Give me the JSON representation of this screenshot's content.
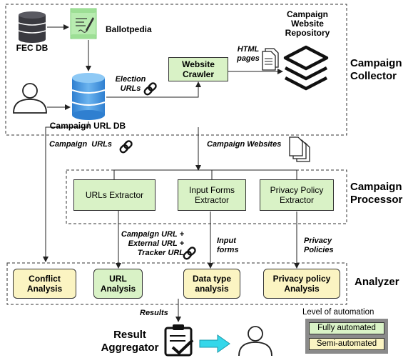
{
  "sections": {
    "collector": "Campaign\nCollector",
    "processor": "Campaign\nProcessor",
    "analyzer": "Analyzer"
  },
  "collector": {
    "fec_db": "FEC DB",
    "ballotpedia": "Ballotpedia",
    "campaign_url_db": "Campaign URL DB",
    "website_crawler": "Website\nCrawler",
    "repository": "Campaign\nWebsite\nRepository",
    "election_urls": "Election\nURLs",
    "html_pages": "HTML\npages"
  },
  "flows": {
    "campaign_urls": "Campaign  URLs",
    "campaign_websites": "Campaign Websites",
    "url_bundle": "Campaign URL +\nExternal URL +\nTracker URL",
    "input_forms": "Input\nforms",
    "privacy_policies": "Privacy\nPolicies",
    "results": "Results"
  },
  "processor": {
    "urls_extractor": "URLs Extractor",
    "input_forms_extractor": "Input Forms\nExtractor",
    "privacy_policy_extractor": "Privacy Policy\nExtractor"
  },
  "analyzer": {
    "conflict": "Conflict\nAnalysis",
    "url": "URL\nAnalysis",
    "data_type": "Data type\nanalysis",
    "privacy_policy": "Privacy policy\nAnalysis"
  },
  "result_aggregator": "Result\nAggregator",
  "legend": {
    "title": "Level of automation",
    "fully": "Fully automated",
    "semi": "Semi-automated",
    "fully_color": "#d9f2c6",
    "semi_color": "#fbf4c2"
  },
  "icons": [
    "database-icon",
    "scroll-icon",
    "user-icon",
    "link-icon",
    "document-icon",
    "stack-layers-icon",
    "documents-stack-icon",
    "clipboard-check-icon",
    "arrow-right-icon"
  ]
}
